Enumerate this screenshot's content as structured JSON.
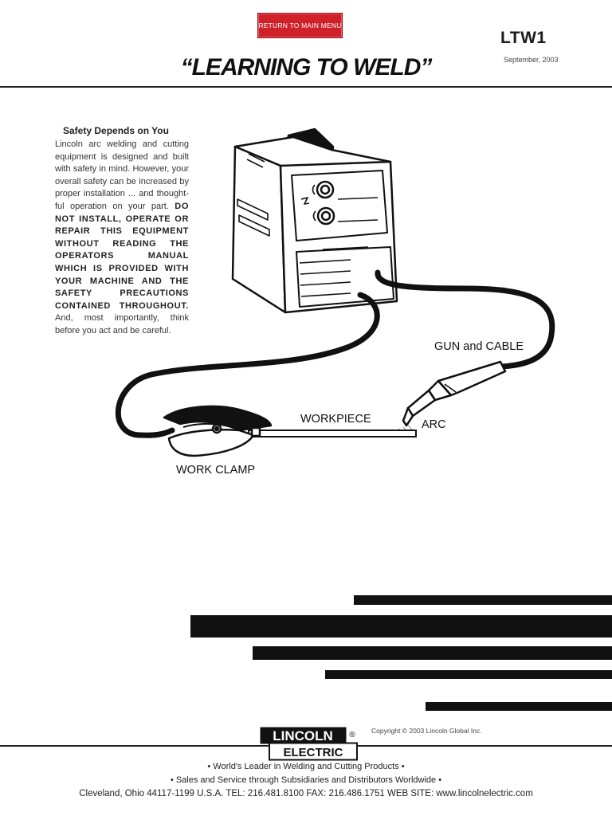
{
  "header": {
    "menu_button": "RETURN TO MAIN MENU",
    "doc_code": "LTW1",
    "date": "September, 2003",
    "title": "“LEARNING TO WELD”"
  },
  "safety": {
    "heading": "Safety Depends on You",
    "text_intro": "Lincoln arc welding and cutting equipment is designed and built with safety in mind. However, your overall safety can be increased by proper installation ... and thought-ful operation on your part. ",
    "text_warning": "DO NOT INSTALL, OPERATE OR REPAIR THIS EQUIPMENT WITHOUT READING THE OPERATORS MANUAL WHICH IS PROVIDED WITH YOUR MACHINE AND THE SAFETY PRECAUTIONS CONTAINED THROUGHOUT.",
    "text_outro": " And, most importantly, think before you act and be careful."
  },
  "diagram": {
    "label_gun": "GUN and CABLE",
    "label_workpiece": "WORKPIECE",
    "label_arc": "ARC",
    "label_clamp": "WORK CLAMP"
  },
  "footer": {
    "copyright": "Copyright © 2003 Lincoln Global Inc.",
    "logo_line1": "LINCOLN",
    "logo_reg": "®",
    "logo_line2": "ELECTRIC",
    "tagline1": "• World's Leader in Welding and Cutting Products •",
    "tagline2": "• Sales and Service through Subsidiaries and Distributors Worldwide •",
    "contact": "Cleveland, Ohio 44117-1199  U.S.A.   TEL: 216.481.8100   FAX: 216.486.1751   WEB SITE: www.lincolnelectric.com"
  },
  "colors": {
    "menu_button": "#d0202a",
    "ink": "#111111"
  }
}
